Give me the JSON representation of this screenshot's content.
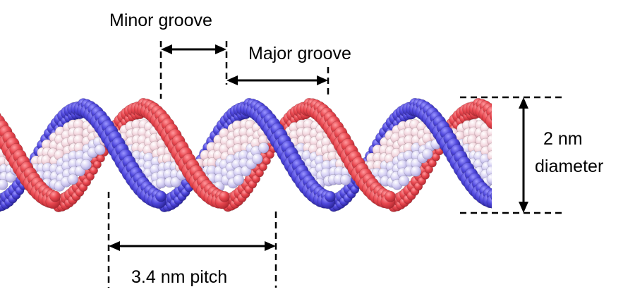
{
  "labels": {
    "minor_groove": "Minor groove",
    "major_groove": "Major groove",
    "pitch": "3.4 nm pitch",
    "diameter_value": "2 nm",
    "diameter_word": "diameter"
  },
  "colors": {
    "strand_a": "#e8474f",
    "strand_a_dark": "#b02a30",
    "strand_b": "#4f47dc",
    "strand_b_dark": "#2a2590",
    "base_pair_light": "#f3dde6",
    "base_pair_lilac": "#d9d3f2"
  },
  "icons": {
    "helix": "dna-double-helix-space-filling-model"
  }
}
